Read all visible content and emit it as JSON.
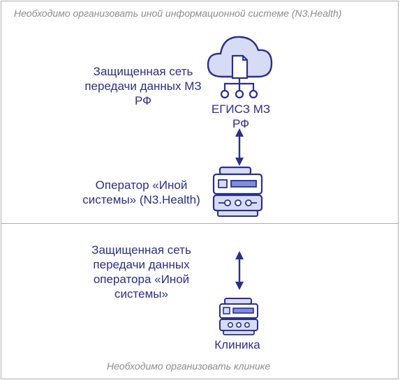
{
  "top_panel": {
    "caption": "Необходимо организовать иной информационной системе (N3.Health)",
    "network_label": "Защищенная сеть передачи данных МЗ РФ",
    "egisz_label": "ЕГИСЗ МЗ РФ",
    "operator_label": "Оператор «Иной системы» (N3.Health)"
  },
  "bottom_panel": {
    "network_label": "Защищенная сеть передачи данных оператора «Иной системы»",
    "clinic_label": "Клиника",
    "caption": "Необходимо организовать клинике"
  },
  "colors": {
    "icon_fill": "#d6dcf5",
    "icon_stroke": "#2c2f8a",
    "accent": "#7b8ee0",
    "border": "#aeaeae"
  }
}
